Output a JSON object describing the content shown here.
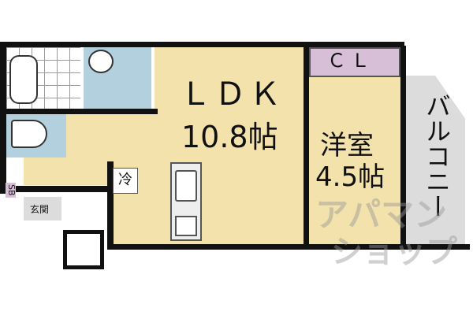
{
  "rooms": {
    "ldk": {
      "name": "ＬＤＫ",
      "size": "10.8帖"
    },
    "western": {
      "name": "洋室",
      "size": "4.5帖"
    },
    "closet": "ＣＬ",
    "balcony": "バルコニー",
    "entrance": "玄関",
    "shoe_box": "SB",
    "fridge": "冷"
  },
  "watermark": {
    "line1": "アパマン",
    "line2": "ショップ"
  },
  "colors": {
    "living": "#f3e2ab",
    "wet_area": "#b3d0de",
    "closet": "#d8bfd8",
    "balcony": "#dcdcdc"
  }
}
